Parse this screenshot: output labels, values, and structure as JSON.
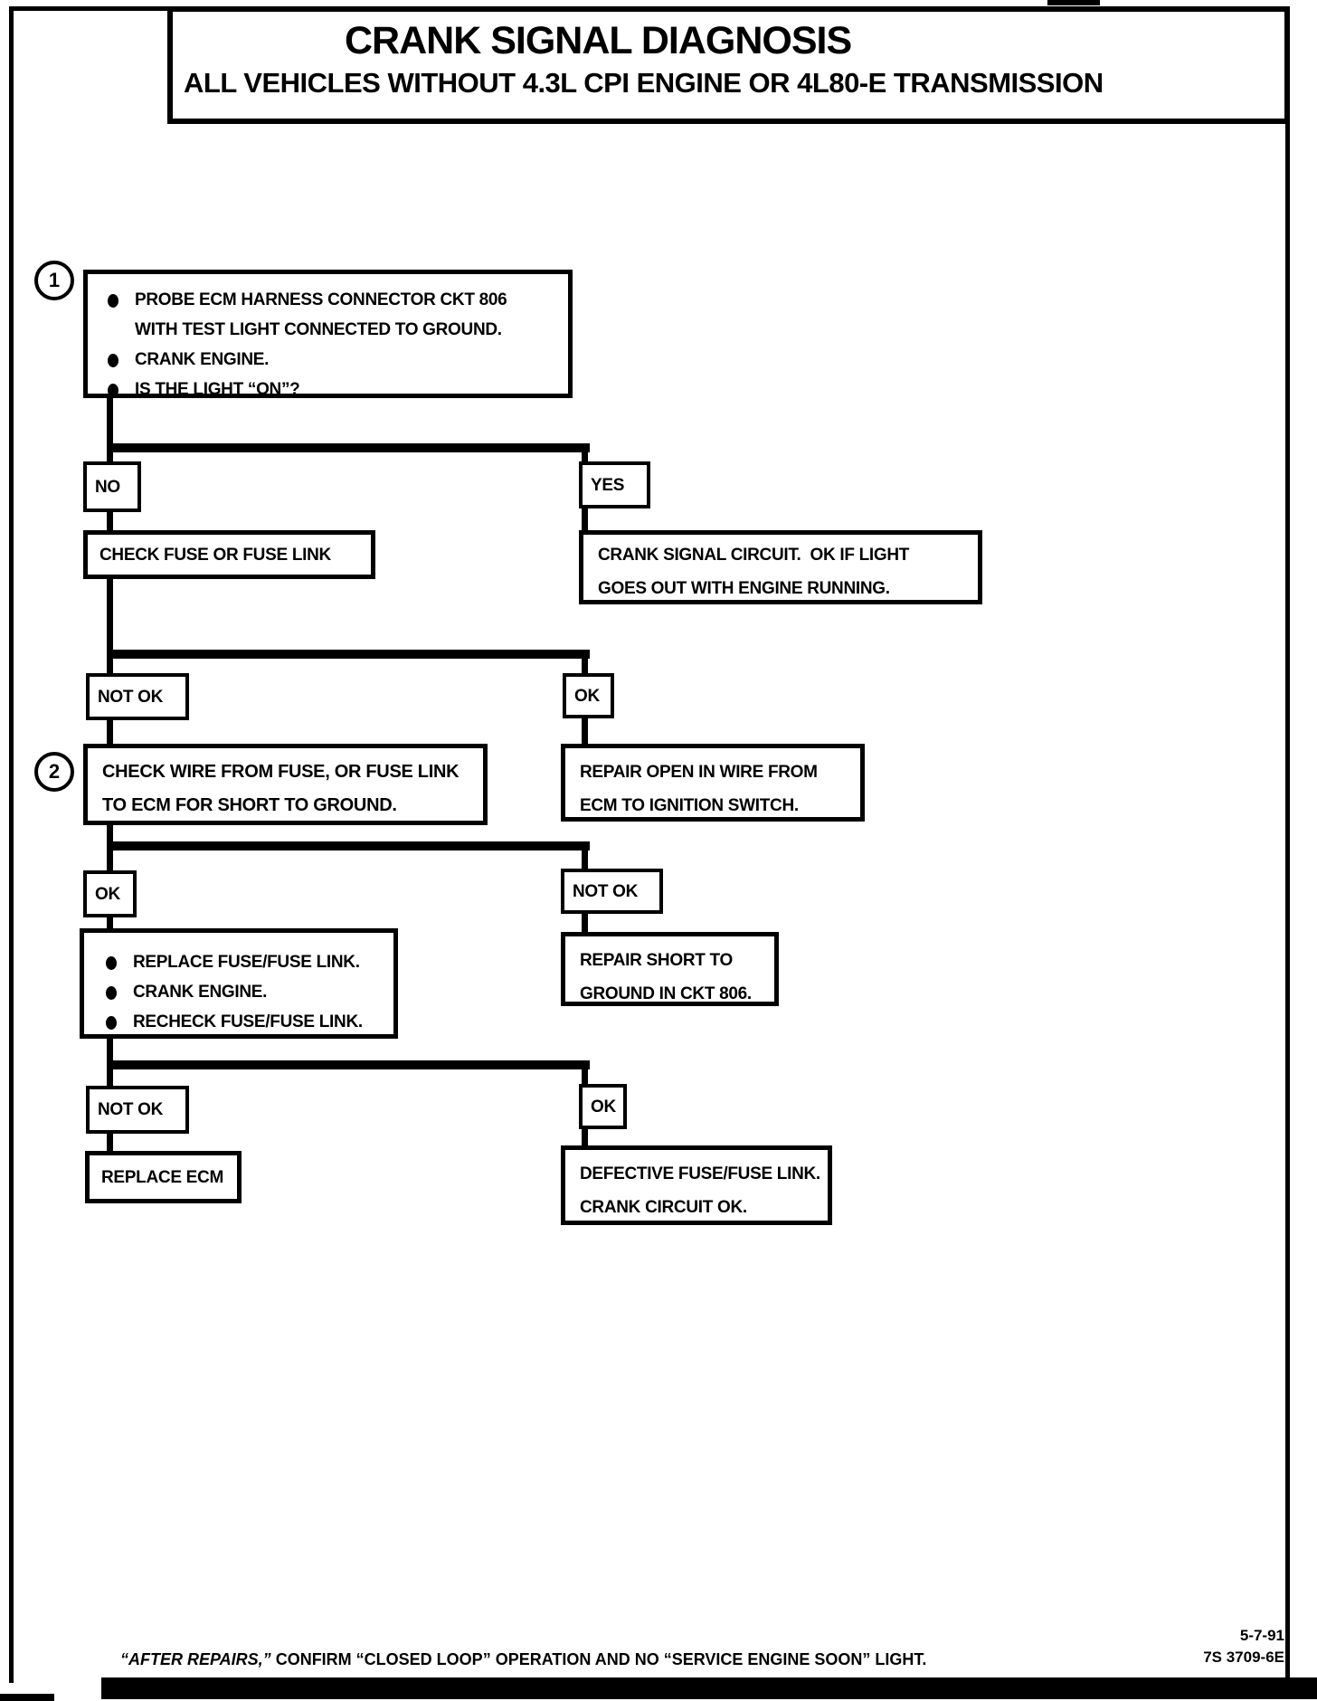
{
  "page": {
    "title": "CRANK SIGNAL DIAGNOSIS",
    "subtitle": "ALL VEHICLES WITHOUT 4.3L CPI ENGINE OR 4L80-E TRANSMISSION",
    "footer": {
      "note_italic": "“AFTER REPAIRS,”",
      "note_rest": " CONFIRM “CLOSED LOOP” OPERATION AND NO “SERVICE ENGINE SOON” LIGHT.",
      "revision_date": "5-7-91",
      "document_number": "7S 3709-6E"
    }
  },
  "flow": {
    "step1": {
      "number": "1",
      "bullets": [
        "PROBE ECM HARNESS CONNECTOR CKT 806 WITH TEST LIGHT CONNECTED TO GROUND.",
        "CRANK ENGINE.",
        "IS THE LIGHT “ON”?"
      ]
    },
    "branch1": {
      "no": "NO",
      "yes": "YES"
    },
    "check_fuse": "CHECK FUSE OR FUSE LINK",
    "crank_ok": {
      "line1": "CRANK SIGNAL CIRCUIT.  OK IF LIGHT",
      "line2": "GOES OUT WITH ENGINE RUNNING."
    },
    "branch2": {
      "not_ok": "NOT OK",
      "ok": "OK"
    },
    "step2": {
      "number": "2",
      "line1": "CHECK WIRE FROM FUSE, OR FUSE LINK",
      "line2": "TO ECM FOR SHORT TO GROUND."
    },
    "repair_open": {
      "line1": "REPAIR OPEN IN WIRE FROM",
      "line2": "ECM TO IGNITION SWITCH."
    },
    "branch3": {
      "ok": "OK",
      "not_ok": "NOT OK"
    },
    "replace_fuse": {
      "bullets": [
        "REPLACE FUSE/FUSE LINK.",
        "CRANK ENGINE.",
        "RECHECK FUSE/FUSE LINK."
      ]
    },
    "repair_short": {
      "line1": "REPAIR SHORT TO",
      "line2": "GROUND IN CKT 806."
    },
    "branch4": {
      "not_ok": "NOT OK",
      "ok": "OK"
    },
    "replace_ecm": "REPLACE ECM",
    "defective": {
      "line1": "DEFECTIVE FUSE/FUSE LINK.",
      "line2": "CRANK CIRCUIT OK."
    }
  }
}
